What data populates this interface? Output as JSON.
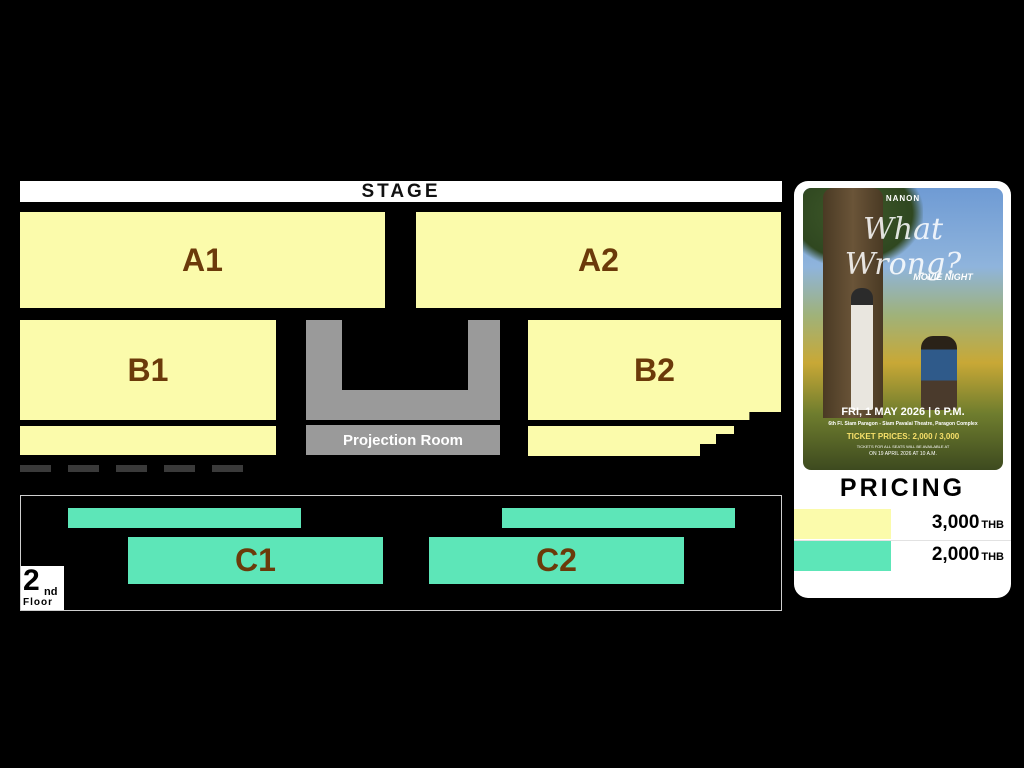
{
  "stage_label": "STAGE",
  "zones": {
    "a1": "A1",
    "a2": "A2",
    "b1": "B1",
    "b2": "B2",
    "c1": "C1",
    "c2": "C2"
  },
  "projection_room": "Projection Room",
  "floor_badge": {
    "number": "2",
    "suffix": "nd",
    "word": "Floor"
  },
  "poster": {
    "brand": "NANON",
    "title_script": "What Wrong?",
    "subtitle": "MOVIE NIGHT",
    "date_line": "FRI, 1 MAY 2026 | 6 P.M.",
    "venue_line": "6th Fl. Siam Paragon - Siam Pavalai Theatre, Paragon Complex",
    "prices_line": "TICKET PRICES: 2,000 / 3,000",
    "sale_line_1": "TICKETS FOR ALL SEATS WILL BE AVAILABLE AT",
    "sale_line_2": "ON 19 APRIL 2026 AT 10 A.M."
  },
  "pricing": {
    "title": "PRICING",
    "tiers": [
      {
        "price": "3,000",
        "unit": "THB",
        "color": "#fbfbab"
      },
      {
        "price": "2,000",
        "unit": "THB",
        "color": "#5de6b8"
      }
    ]
  },
  "colors": {
    "zone_premium": "#fbfbab",
    "zone_standard": "#5de6b8",
    "zone_label": "#6b3a0a",
    "structure": "#9a9a9a"
  }
}
